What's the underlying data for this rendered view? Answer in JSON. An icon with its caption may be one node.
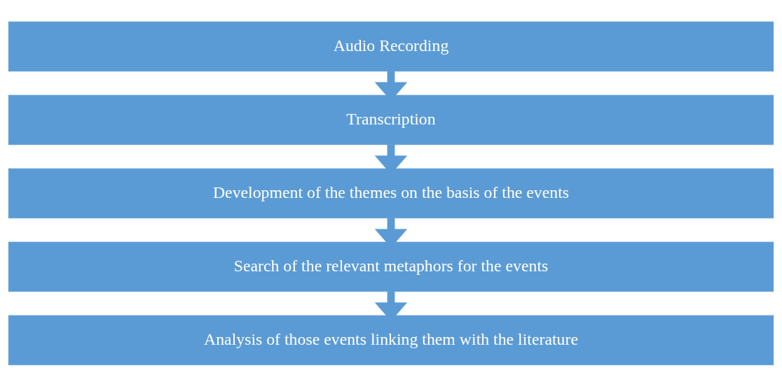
{
  "diagram": {
    "nodes": [
      {
        "text": [
          "Audio Recording"
        ]
      },
      {
        "text": [
          "Transcription"
        ]
      },
      {
        "text": [
          "Development of the themes on the basis of the events"
        ]
      },
      {
        "text": [
          "Search of the relevant metaphors for the events"
        ]
      },
      {
        "text": [
          "Analysis of those events linking them with the literature"
        ]
      }
    ],
    "edges": [
      {
        "from": 0,
        "to": 1,
        "arrow": "to"
      },
      {
        "from": 1,
        "to": 2,
        "arrow": "to"
      },
      {
        "from": 2,
        "to": 3,
        "arrow": "to"
      },
      {
        "from": 3,
        "to": 4,
        "arrow": "to"
      }
    ]
  }
}
